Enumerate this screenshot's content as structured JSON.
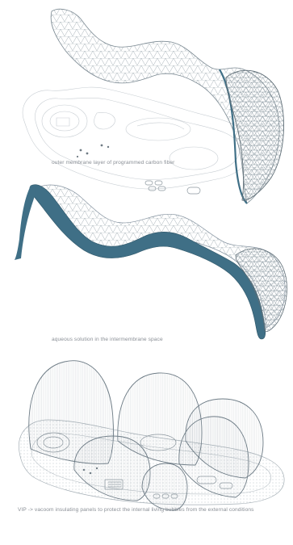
{
  "diagram": {
    "accent": "#3f6f86",
    "line_color": "#9aa6ae",
    "panels": [
      {
        "id": "outer-membrane",
        "caption": "outer membrane layer of programmed carbon fiber"
      },
      {
        "id": "intermembrane-space",
        "caption": "aqueous solution in the intermembrane space"
      },
      {
        "id": "vip-panels",
        "caption": "VIP -> vacoom insulating panels to protect the internal living bubbles from the external conditions"
      }
    ]
  }
}
